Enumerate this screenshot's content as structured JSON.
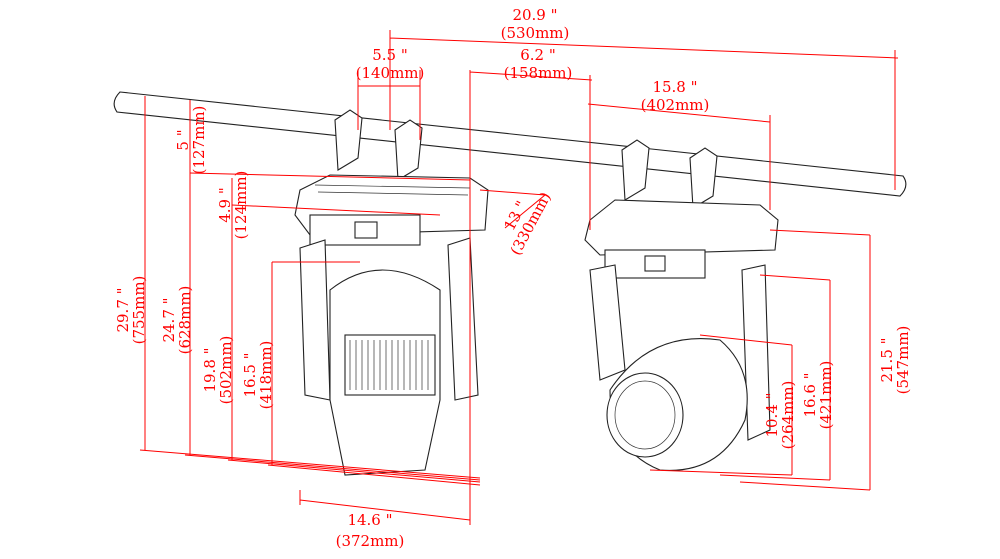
{
  "title": "Moving head fixture dimension drawing",
  "colors": {
    "dimension": "#ff0000",
    "outline": "#222222"
  },
  "dimensions": {
    "overall_width": {
      "in": "20.9 \"",
      "mm": "(530mm)"
    },
    "clamp_spacing": {
      "in": "5.5 \"",
      "mm": "(140mm)"
    },
    "clamp_offset": {
      "in": "6.2 \"",
      "mm": "(158mm)"
    },
    "right_base_width": {
      "in": "15.8 \"",
      "mm": "(402mm)"
    },
    "base_depth": {
      "in": "13 \"",
      "mm": "(330mm)"
    },
    "total_height": {
      "in": "29.7 \"",
      "mm": "(755mm)"
    },
    "height_below_pipe": {
      "in": "24.7 \"",
      "mm": "(628mm)"
    },
    "pipe_to_base": {
      "in": "5 \"",
      "mm": "(127mm)"
    },
    "base_height": {
      "in": "4.9 \"",
      "mm": "(124mm)"
    },
    "yoke_height": {
      "in": "19.8 \"",
      "mm": "(502mm)"
    },
    "head_height": {
      "in": "16.5 \"",
      "mm": "(418mm)"
    },
    "head_width": {
      "in": "14.6 \"",
      "mm": "(372mm)"
    },
    "lens_height": {
      "in": "10.4 \"",
      "mm": "(264mm)"
    },
    "right_yoke_height": {
      "in": "16.6 \"",
      "mm": "(421mm)"
    },
    "right_total_height": {
      "in": "21.5 \"",
      "mm": "(547mm)"
    }
  }
}
